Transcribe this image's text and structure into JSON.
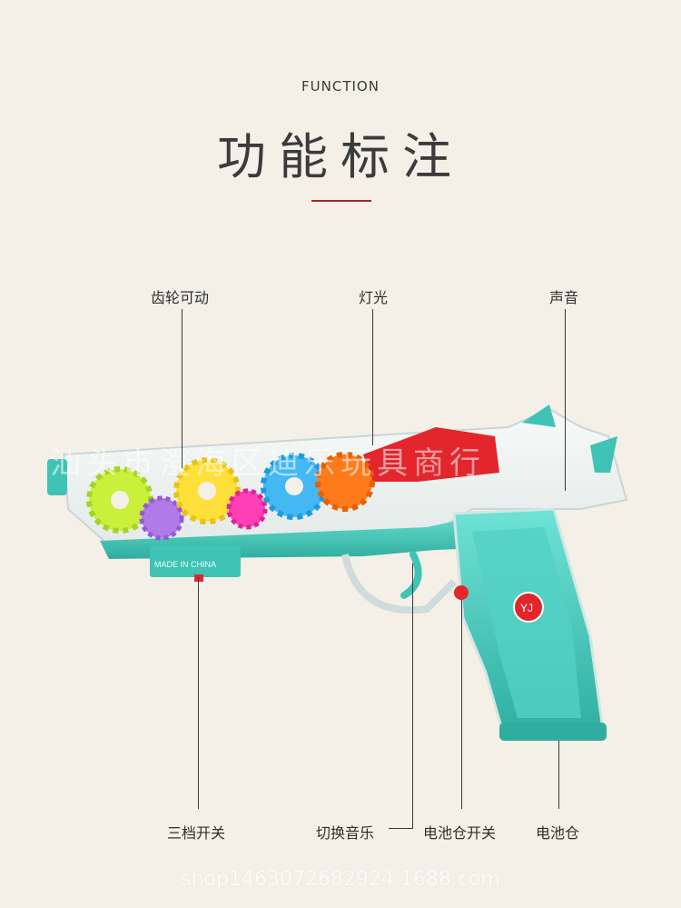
{
  "header": {
    "eyebrow": "FUNCTION",
    "title": "功能标注"
  },
  "callouts": {
    "gears": "齿轮可动",
    "light": "灯光",
    "sound": "声音",
    "three_switch": "三档开关",
    "switch_music": "切换音乐",
    "battery_switch": "电池仓开关",
    "battery_compartment": "电池仓"
  },
  "product_marks": {
    "made_in": "MADE IN CHINA",
    "badge": "YJ"
  },
  "watermark": "汕头市澄海区迪乐玩具商行",
  "shop_url": "shop1463072682924.1688.com",
  "colors": {
    "background": "#f4f0e7",
    "accent": "#9b2b25",
    "teal": "#3fc3b4",
    "red": "#e3262c"
  }
}
